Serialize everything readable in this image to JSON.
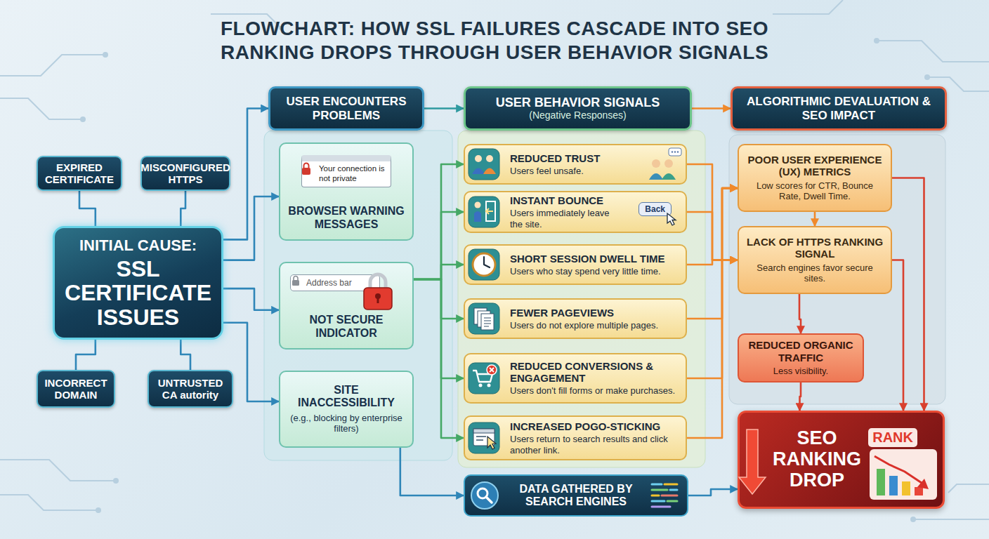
{
  "diagram": {
    "title": "FLOWCHART: HOW SSL FAILURES CASCADE INTO SEO RANKING DROPS THROUGH USER BEHAVIOR SIGNALS",
    "nodes": [
      {
        "text": [
          "INITIAL CAUSE:",
          "SSL CERTIFICATE ISSUES"
        ]
      },
      {
        "text": [
          "EXPIRED CERTIFICATE"
        ]
      },
      {
        "text": [
          "MISCONFIGURED HTTPS"
        ]
      },
      {
        "text": [
          "INCORRECT DOMAIN"
        ]
      },
      {
        "text": [
          "UNTRUSTED CA autority"
        ]
      },
      {
        "text": [
          "USER ENCOUNTERS PROBLEMS"
        ]
      },
      {
        "text": [
          "Your connection is not private",
          "BROWSER WARNING MESSAGES"
        ]
      },
      {
        "text": [
          "Address bar",
          "NOT SECURE INDICATOR"
        ]
      },
      {
        "text": [
          "SITE INACCESSIBILITY",
          "(e.g., blocking by enterprise filters)"
        ]
      },
      {
        "text": [
          "USER BEHAVIOR SIGNALS",
          "(Negative Responses)"
        ]
      },
      {
        "text": [
          "REDUCED TRUST",
          "Users feel unsafe."
        ]
      },
      {
        "text": [
          "INSTANT BOUNCE",
          "Users immediately leave the site.",
          "Back"
        ]
      },
      {
        "text": [
          "SHORT SESSION DWELL TIME",
          "Users who stay spend very little time."
        ]
      },
      {
        "text": [
          "FEWER PAGEVIEWS",
          "Users do not explore multiple pages."
        ]
      },
      {
        "text": [
          "REDUCED CONVERSIONS & ENGAGEMENT",
          "Users don't fill forms or make purchases."
        ]
      },
      {
        "text": [
          "INCREASED POGO-STICKING",
          "Users return to search results and click another link."
        ]
      },
      {
        "text": [
          "DATA GATHERED BY SEARCH ENGINES"
        ]
      },
      {
        "text": [
          "ALGORITHMIC DEVALUATION & SEO IMPACT"
        ]
      },
      {
        "text": [
          "POOR USER EXPERIENCE (UX) METRICS",
          "Low scores for CTR, Bounce Rate, Dwell Time."
        ]
      },
      {
        "text": [
          "LACK OF HTTPS RANKING SIGNAL",
          "Search engines favor secure sites."
        ]
      },
      {
        "text": [
          "REDUCED ORGANIC TRAFFIC",
          "Less visibility."
        ]
      },
      {
        "text": [
          "SEO RANKING DROP",
          "RANK"
        ]
      }
    ],
    "edges": [
      {
        "from": 1,
        "to": 0,
        "arrow": "none"
      },
      {
        "from": 2,
        "to": 0,
        "arrow": "none"
      },
      {
        "from": 3,
        "to": 0,
        "arrow": "none"
      },
      {
        "from": 4,
        "to": 0,
        "arrow": "none"
      },
      {
        "from": 0,
        "to": 5,
        "arrow": "to"
      },
      {
        "from": 0,
        "to": 6,
        "arrow": "to"
      },
      {
        "from": 0,
        "to": 7,
        "arrow": "to"
      },
      {
        "from": 0,
        "to": 8,
        "arrow": "to"
      },
      {
        "from": 5,
        "to": 9,
        "arrow": "to"
      },
      {
        "from": 7,
        "to": 10,
        "arrow": "to"
      },
      {
        "from": 7,
        "to": 11,
        "arrow": "to"
      },
      {
        "from": 7,
        "to": 12,
        "arrow": "to"
      },
      {
        "from": 7,
        "to": 13,
        "arrow": "to"
      },
      {
        "from": 7,
        "to": 14,
        "arrow": "to"
      },
      {
        "from": 7,
        "to": 15,
        "arrow": "to"
      },
      {
        "from": 8,
        "to": 16,
        "arrow": "to"
      },
      {
        "from": 9,
        "to": 17,
        "arrow": "to"
      },
      {
        "from": 10,
        "to": 19,
        "arrow": "to"
      },
      {
        "from": 11,
        "to": 19,
        "arrow": "to"
      },
      {
        "from": 12,
        "to": 19,
        "arrow": "to"
      },
      {
        "from": 13,
        "to": 18,
        "arrow": "to"
      },
      {
        "from": 14,
        "to": 18,
        "arrow": "to"
      },
      {
        "from": 15,
        "to": 18,
        "arrow": "to"
      },
      {
        "from": 18,
        "to": 19,
        "arrow": "to"
      },
      {
        "from": 19,
        "to": 20,
        "arrow": "to"
      },
      {
        "from": 20,
        "to": 21,
        "arrow": "to"
      },
      {
        "from": 18,
        "to": 21,
        "arrow": "to"
      },
      {
        "from": 19,
        "to": 21,
        "arrow": "to"
      },
      {
        "from": 16,
        "to": 21,
        "arrow": "to"
      }
    ]
  }
}
